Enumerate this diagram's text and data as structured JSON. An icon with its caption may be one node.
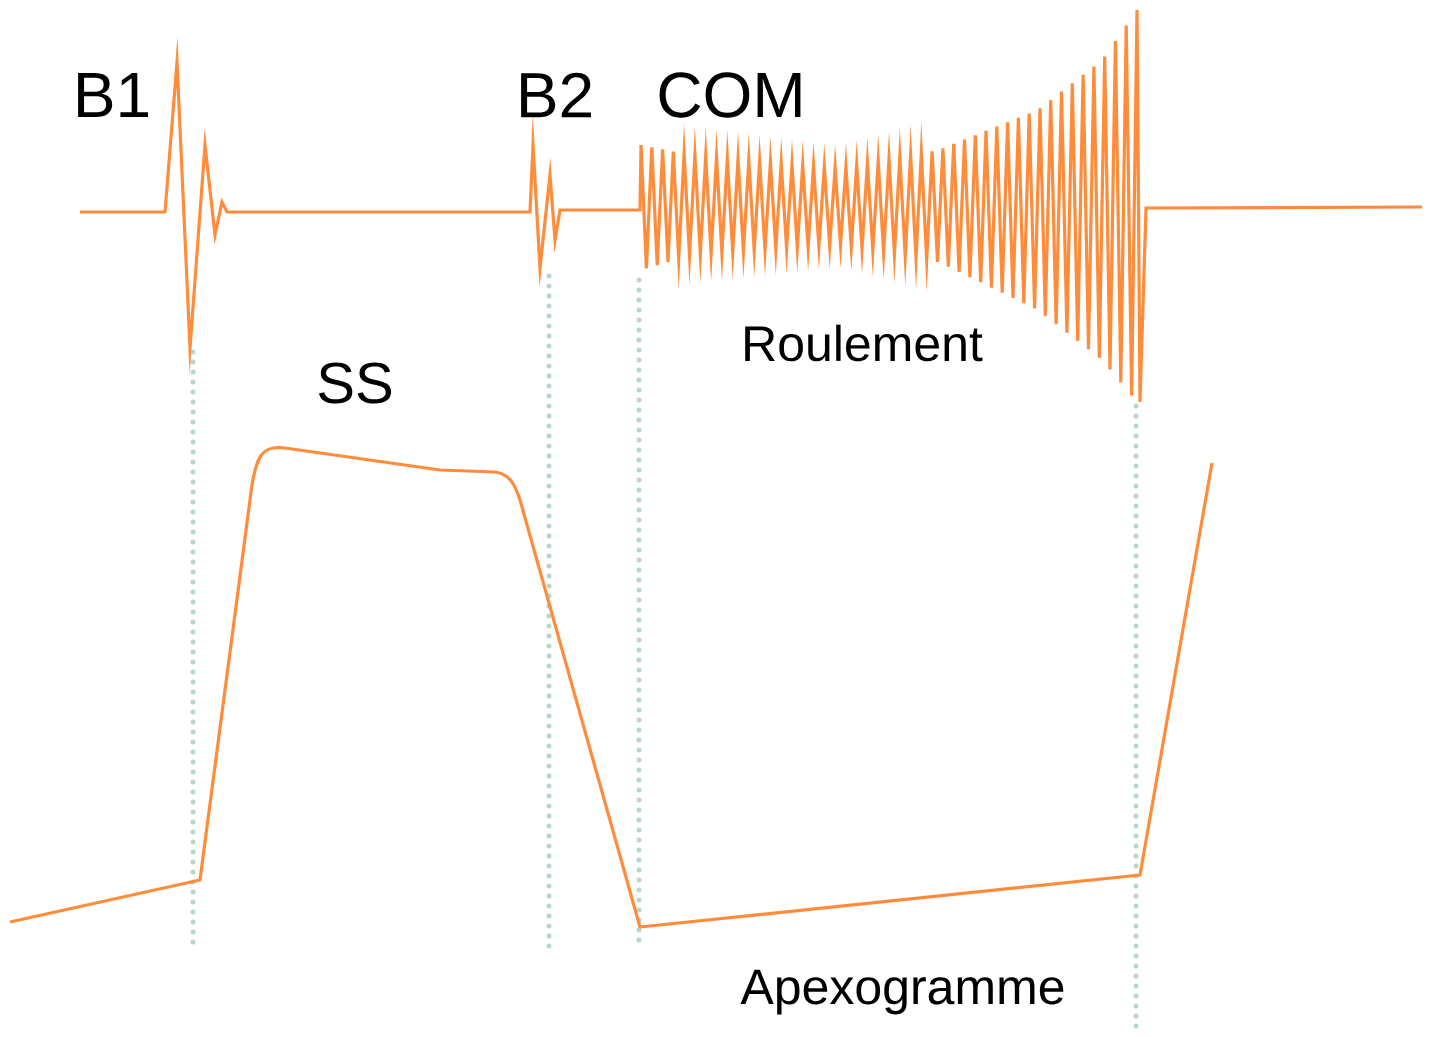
{
  "diagram": {
    "labels": [
      "B1",
      "B2",
      "COM",
      "SS",
      "Roulement",
      "Apexogramme"
    ]
  }
}
